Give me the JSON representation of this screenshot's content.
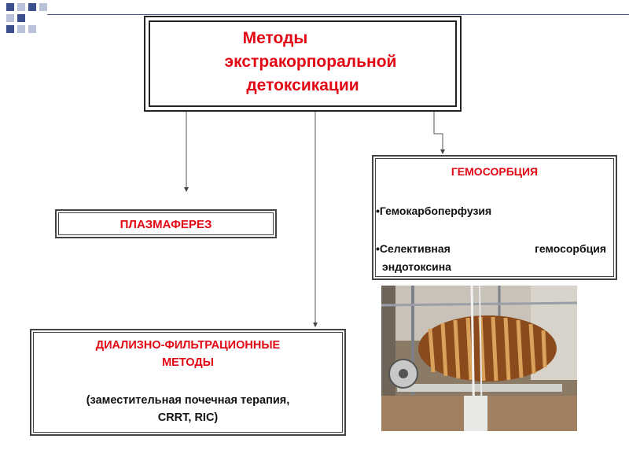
{
  "colors": {
    "accent_red": "#e30613",
    "deco_blue": "#3b4f8f",
    "deco_grey": "#b9c2d8"
  },
  "title": {
    "line1": "Методы",
    "line2": "экстракорпоральной",
    "line3": "детоксикации"
  },
  "plasma": {
    "label": "ПЛАЗМАФЕРЕЗ"
  },
  "hemosorption": {
    "title": "ГЕМОСОРБЦИЯ",
    "item1": "Гемокарбоперфузия",
    "item2_line1": "Селективная гемосорбция",
    "item2_line2": "эндотоксина"
  },
  "dialysis": {
    "line1": "ДИАЛИЗНО-ФИЛЬТРАЦИОННЫЕ",
    "line2": "МЕТОДЫ",
    "sub_line1": "(заместительная почечная терапия,",
    "sub_line2": "CRRT,  RIC)"
  },
  "photo": {
    "subject": "hemosorption-device-photo"
  }
}
